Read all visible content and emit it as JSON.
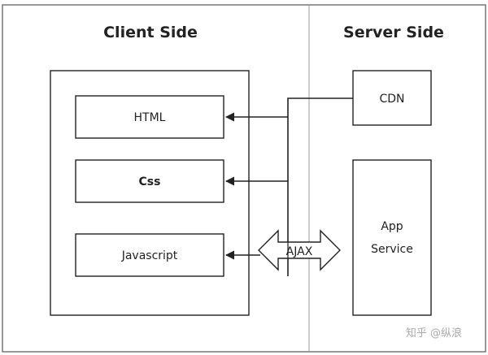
{
  "sections": {
    "client": {
      "title": "Client Side"
    },
    "server": {
      "title": "Server Side"
    }
  },
  "client_boxes": {
    "html": "HTML",
    "css": "Css",
    "javascript": "Javascript"
  },
  "server_boxes": {
    "cdn": "CDN",
    "app_line1": "App",
    "app_line2": "Service"
  },
  "arrow": {
    "ajax": "AJAX"
  },
  "watermark": "知乎 @纵浪",
  "colors": {
    "line": "#222222",
    "border": "#555555",
    "divider": "#999999",
    "watermark": "#a9a9a9"
  }
}
